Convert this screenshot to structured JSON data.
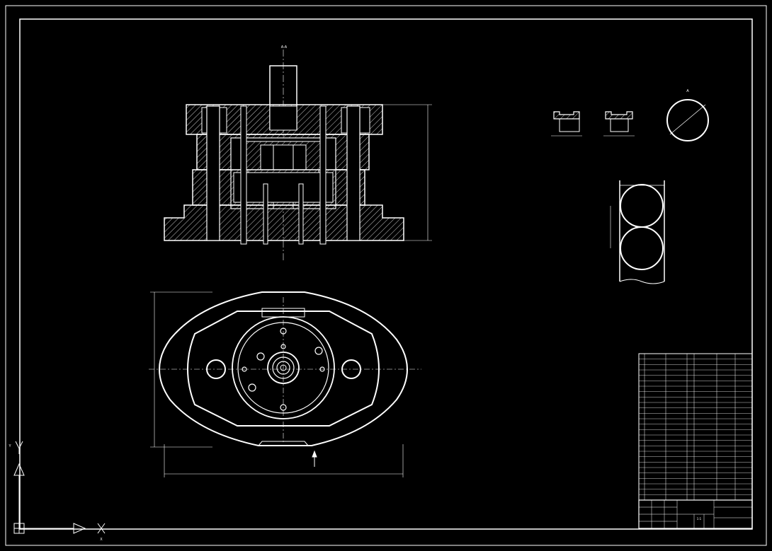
{
  "canvas": {
    "background": "#000000",
    "line_color": "#ffffff",
    "hatch_color": "#cfcfcf"
  },
  "section_view": {
    "label": "A-A"
  },
  "detail_views": {
    "label_3": "A"
  },
  "bom": {
    "rows": 27
  },
  "title_block": {
    "scale": "1:1"
  },
  "ucs_icon": {
    "x_axis": "X",
    "y_axis": "Y"
  }
}
